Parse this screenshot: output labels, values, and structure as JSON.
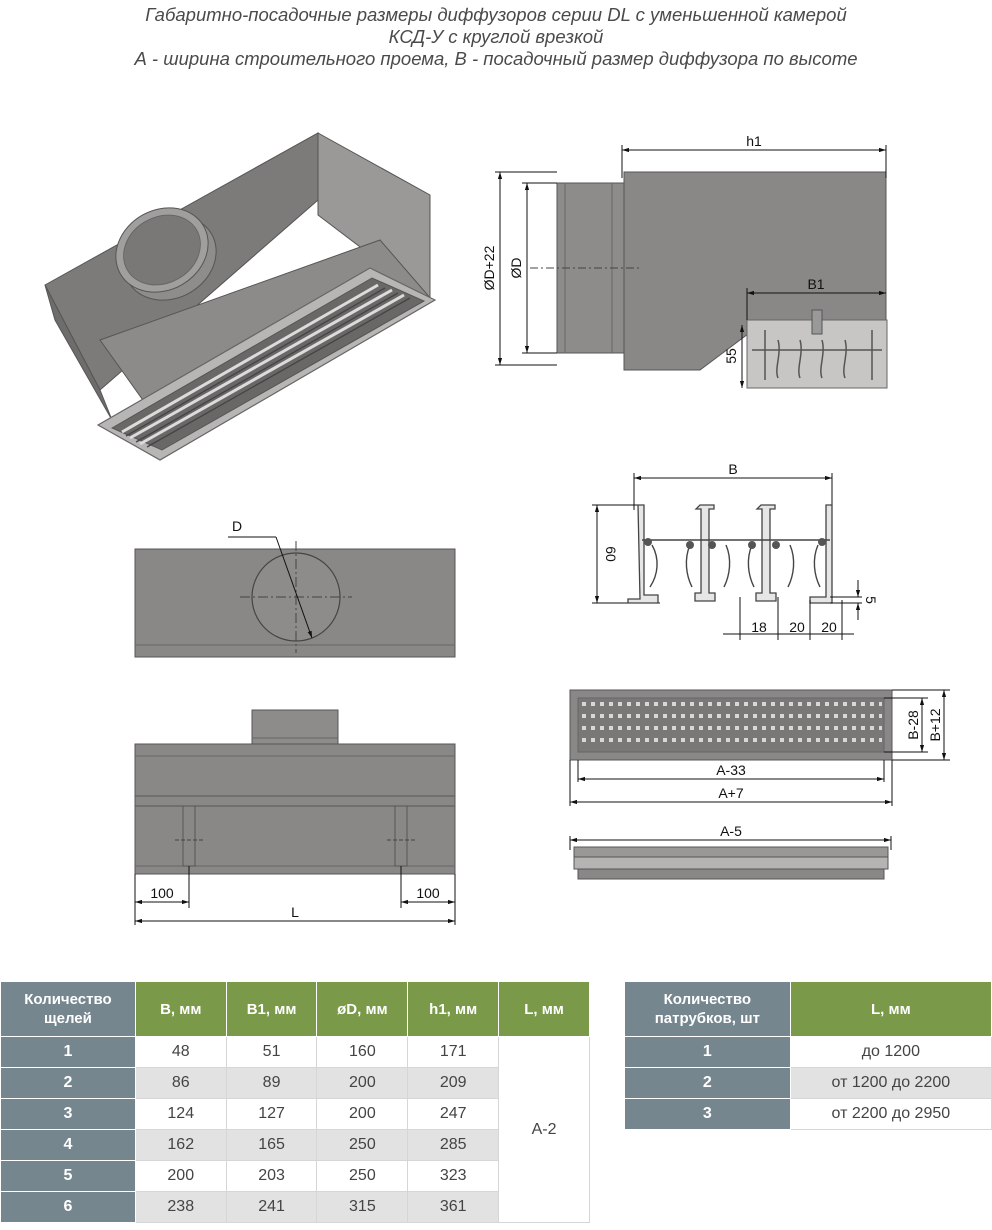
{
  "title": {
    "line1": "Габаритно-посадочные размеры диффузоров серии DL с уменьшенной камерой",
    "line2": "КСД-У с круглой врезкой",
    "line3": "А - ширина строительного проема, В - посадочный размер диффузора по высоте"
  },
  "dims": {
    "side": {
      "h1": "h1",
      "b1": "B1",
      "od22": "ØD+22",
      "od": "ØD",
      "d55": "55"
    },
    "profile": {
      "b": "B",
      "d60": "60",
      "d5": "5",
      "d18": "18",
      "d20a": "20",
      "d20b": "20"
    },
    "top": {
      "d": "D"
    },
    "front": {
      "l": "L",
      "left100": "100",
      "right100": "100"
    },
    "grille": {
      "b28": "B-28",
      "b12": "B+12",
      "a33": "A-33",
      "a7": "A+7"
    },
    "frame": {
      "a5": "A-5"
    }
  },
  "table1": {
    "headers": [
      "Количество щелей",
      "B, мм",
      "B1, мм",
      "øD, мм",
      "h1, мм",
      "L, мм"
    ],
    "merged_value": "А-2",
    "rows": [
      [
        "1",
        "48",
        "51",
        "160",
        "171"
      ],
      [
        "2",
        "86",
        "89",
        "200",
        "209"
      ],
      [
        "3",
        "124",
        "127",
        "200",
        "247"
      ],
      [
        "4",
        "162",
        "165",
        "250",
        "285"
      ],
      [
        "5",
        "200",
        "203",
        "250",
        "323"
      ],
      [
        "6",
        "238",
        "241",
        "315",
        "361"
      ]
    ]
  },
  "table2": {
    "headers": [
      "Количество патрубков, шт",
      "L, мм"
    ],
    "rows": [
      [
        "1",
        "до 1200"
      ],
      [
        "2",
        "от 1200 до 2200"
      ],
      [
        "3",
        "от 2200 до 2950"
      ]
    ]
  },
  "colors": {
    "header_green": "#7a9a4a",
    "header_gray": "#76868f",
    "row_alt": "#e2e2e2",
    "metal": "#8a8886"
  }
}
